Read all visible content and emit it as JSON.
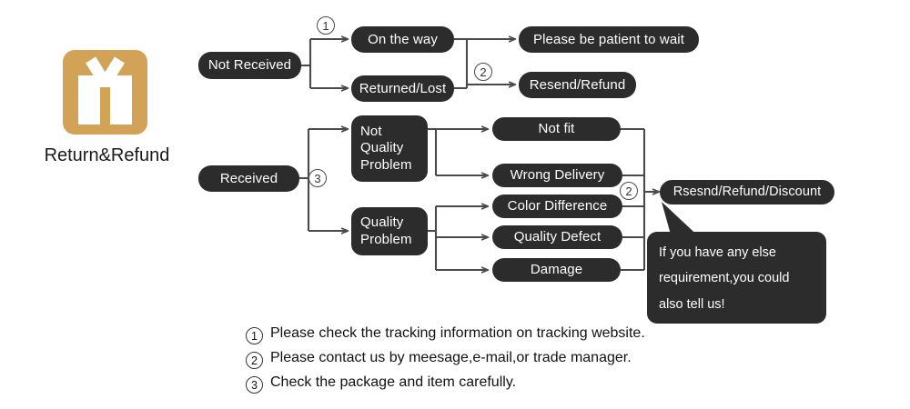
{
  "title": "Return & Refund flowchart",
  "brand": {
    "icon_name": "gift-box-icon",
    "icon_color": "#d2a357",
    "caption": "Return&Refund"
  },
  "colors": {
    "node_fill": "#2c2c2c",
    "node_text": "#ffffff",
    "wire": "#4a4a4a",
    "background": "#ffffff",
    "accent": "#d2a357"
  },
  "nodes": {
    "not_received": "Not Received",
    "on_the_way": "On the way",
    "returned_lost": "Returned/Lost",
    "be_patient": "Please be patient to wait",
    "resend_refund": "Resend/Refund",
    "received": "Received",
    "not_quality_problem": [
      "Not",
      "Quality",
      "Problem"
    ],
    "quality_problem": [
      "Quality",
      "Problem"
    ],
    "not_fit": "Not fit",
    "wrong_delivery": "Wrong Delivery",
    "color_difference": "Color Difference",
    "quality_defect": "Quality Defect",
    "damage": "Damage",
    "final_outcome": "Rsesnd/Refund/Discount"
  },
  "markers": {
    "m1": "1",
    "m2": "2",
    "m3": "3",
    "m2b": "2"
  },
  "bubble": {
    "line1": "If you have any else",
    "line2": "requirement,you could",
    "line3": "also tell us!"
  },
  "footnotes": [
    {
      "mark": "1",
      "text": "Please check the tracking information on tracking website."
    },
    {
      "mark": "2",
      "text": "Please contact us by meesage,e-mail,or trade manager."
    },
    {
      "mark": "3",
      "text": "Check the package and item carefully."
    }
  ]
}
